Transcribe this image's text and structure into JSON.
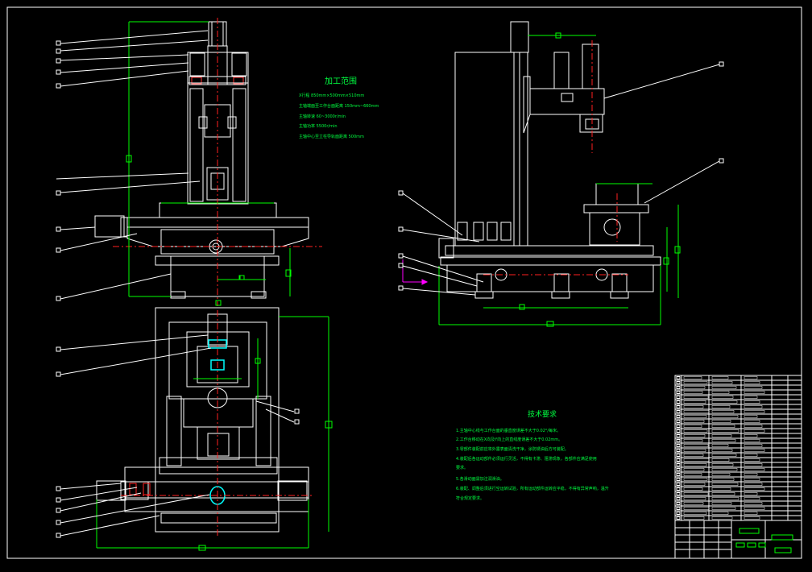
{
  "drawing": {
    "background": "#000000",
    "line_color": "#ffffff",
    "dimension_color": "#00ff00",
    "centerline_color": "#ff2020",
    "accent_color": "#00ffff",
    "highlight_color": "#ff00ff"
  },
  "processing_range": {
    "title": "加工范围",
    "lines": [
      "X行程  850mm×500mm×510mm",
      "主轴端面至工作台面距离  150mm~660mm",
      "主轴转速  60~3000r/min",
      "主轴功率  5500r/min",
      "主轴中心至立柱导轨面距离  500mm"
    ]
  },
  "tech_requirements": {
    "title": "技术要求",
    "lines": [
      "1.主轴中心线与工作台面的垂直度误差不大于0.02°/每米。",
      "2.工作台移动在X向及Y向上的直线度误差不大于0.02mm。",
      "3.零部件装配前应将外露表面清洗干净，涂防锈油后方可装配。",
      "4.装配后各运动部件必须运行灵活，不得有卡滞、阻滞现象，各部件应满足使用",
      "  要求。",
      "5.各滑动面需加注润滑油。",
      "6.装配、调整后须进行空运转试验，所有运动部件运转应平稳，不得有异常声响，温升",
      "  符合规定要求。"
    ]
  }
}
